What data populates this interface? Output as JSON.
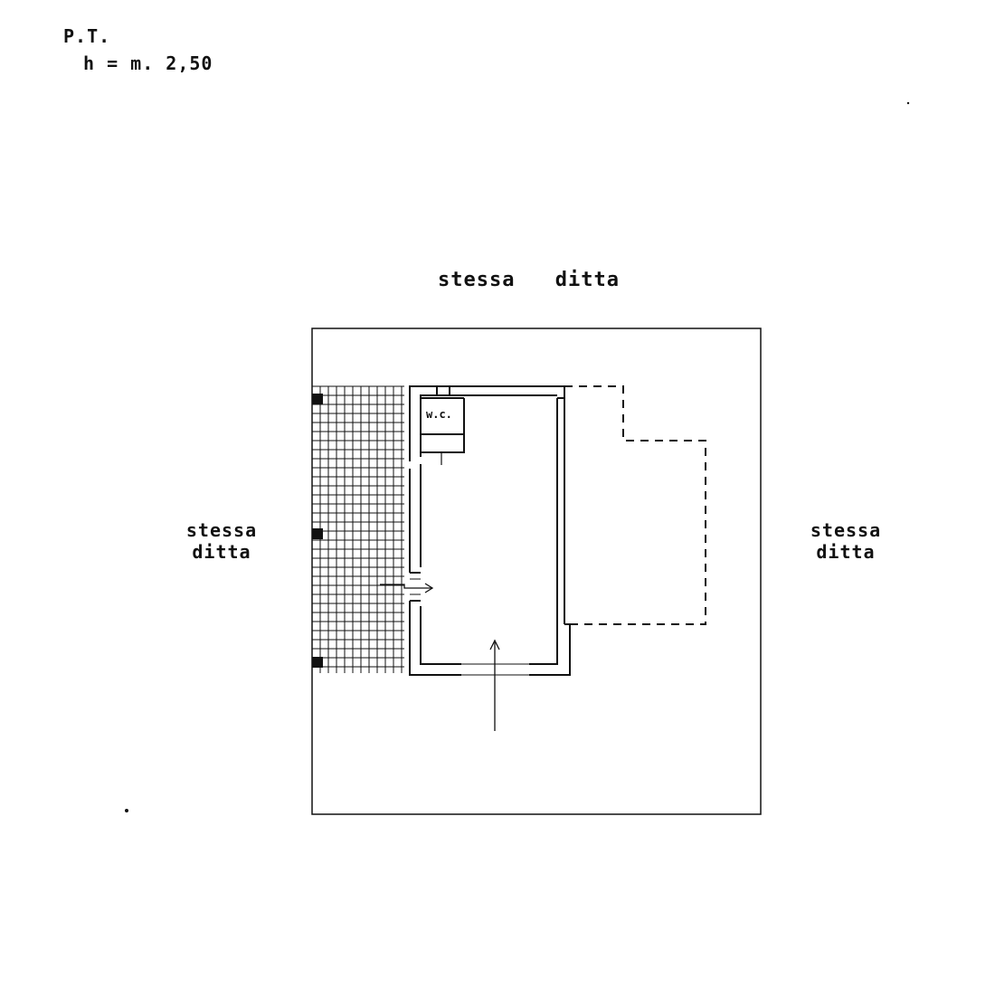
{
  "header": {
    "floor": "P.T.",
    "height": "h = m. 2,50"
  },
  "boundaries": {
    "top": "stessa ditta",
    "left_line1": "stessa",
    "left_line2": "ditta",
    "right_line1": "stessa",
    "right_line2": "ditta"
  },
  "rooms": {
    "wc": "w.c."
  },
  "colors": {
    "ink": "#111111",
    "paper": "#ffffff"
  }
}
